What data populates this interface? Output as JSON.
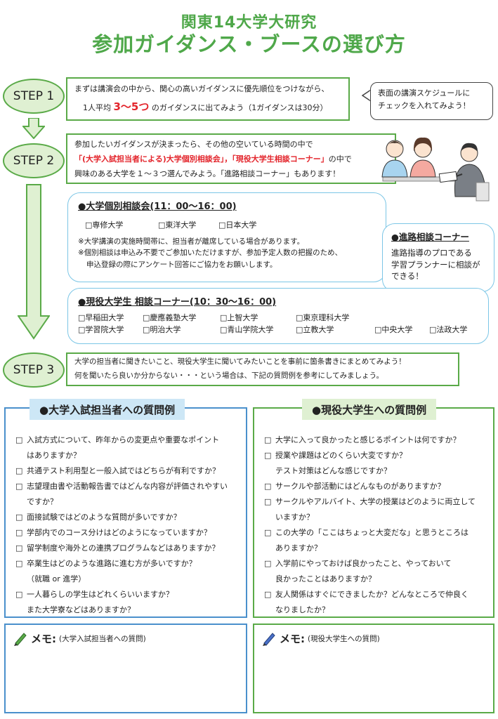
{
  "header": {
    "line1": "関東14大学大研究",
    "line2": "参加ガイダンス・ブースの選び方"
  },
  "colors": {
    "green": "#5aaa48",
    "blue": "#4a90cc",
    "lightblue": "#7cc6e6",
    "red": "#e3242b"
  },
  "step1": {
    "label": "STEP 1",
    "line1": "まずは講演会の中から、関心の高いガイダンスに優先順位をつけながら、",
    "line2_pre": "1人平均",
    "line2_em": "3～5つ",
    "line2_post": "のガイダンスに出てみよう（1ガイダンスは30分）"
  },
  "bubble": {
    "line1": "表面の講演スケジュールに",
    "line2": "チェックを入れてみよう！"
  },
  "step2": {
    "label": "STEP 2",
    "line1": "参加したいガイダンスが決まったら、その他の空いている時間の中で",
    "line2_em": "「(大学入試担当者による)大学個別相談会」，「現役大学生相談コーナー」",
    "line2_post": "の中で",
    "line3": "興味のある大学を１～３つ選んでみよう。「進路相談コーナー」もあります！"
  },
  "consult": {
    "title": "●大学個別相談会(11：00～16：00)",
    "universities": [
      "□専修大学",
      "□東洋大学",
      "□日本大学"
    ],
    "note1": "※大学講演の実施時間帯に、担当者が離席している場合があります。",
    "note2": "※個別相談は申込み不要でご参加いただけますが、参加予定人数の把握のため、",
    "note3": "申込登録の際にアンケート回答にご協力をお願いします。"
  },
  "shinro": {
    "title": "●進路相談コーナー",
    "line1": "進路指導のプロである",
    "line2": "学習プランナーに相談が",
    "line3": "できる！"
  },
  "student": {
    "title": "●現役大学生  相談コーナー(10：30～16：00)",
    "row1": [
      "□早稲田大学",
      "□慶應義塾大学",
      "□上智大学",
      "□東京理科大学"
    ],
    "row2": [
      "□学習院大学",
      "□明治大学",
      "□青山学院大学",
      "□立教大学",
      "□中央大学",
      "□法政大学"
    ]
  },
  "step3": {
    "label": "STEP 3",
    "line1": "大学の担当者に聞きたいこと、現役大学生に聞いてみたいことを事前に箇条書きにまとめてみよう！",
    "line2": "何を聞いたら良いか分からない・・・という場合は、下記の質問例を参考にしてみましょう。"
  },
  "left_questions": {
    "title": "●大学入試担当者への質問例",
    "items": [
      [
        "入試方式について、昨年からの変更点や重要なポイント",
        "はありますか？"
      ],
      [
        "共通テスト利用型と一般入試ではどちらが有利ですか？"
      ],
      [
        "志望理由書や活動報告書ではどんな内容が評価されやすい",
        "ですか？"
      ],
      [
        "面接試験ではどのような質問が多いですか？"
      ],
      [
        "学部内でのコース分けはどのようになっていますか？"
      ],
      [
        "留学制度や海外との連携プログラムなどはありますか？"
      ],
      [
        "卒業生はどのような進路に進む方が多いですか？",
        "（就職 or 進学）"
      ],
      [
        "一人暮らしの学生はどれくらいいますか？",
        "また大学寮などはありますか？"
      ]
    ]
  },
  "right_questions": {
    "title": "●現役大学生への質問例",
    "items": [
      [
        "大学に入って良かったと感じるポイントは何ですか？"
      ],
      [
        "授業や課題はどのくらい大変ですか？",
        "テスト対策はどんな感じですか？"
      ],
      [
        "サークルや部活動にはどんなものがありますか？"
      ],
      [
        "サークルやアルバイト、大学の授業はどのように両立して",
        "いますか？"
      ],
      [
        "この大学の「ここはちょっと大変だな」と思うところは",
        "ありますか？"
      ],
      [
        "入学前にやっておけば良かったこと、やっておいて",
        "良かったことはありますか？"
      ],
      [
        "友人関係はすぐにできましたか？どんなところで仲良く",
        "なりましたか？"
      ]
    ]
  },
  "memo_left": {
    "label": "メモ:",
    "sub": "(大学入試担当者への質問)",
    "icon": "green-pencil-icon"
  },
  "memo_right": {
    "label": "メモ:",
    "sub": "(現役大学生への質問)",
    "icon": "blue-pencil-icon"
  }
}
